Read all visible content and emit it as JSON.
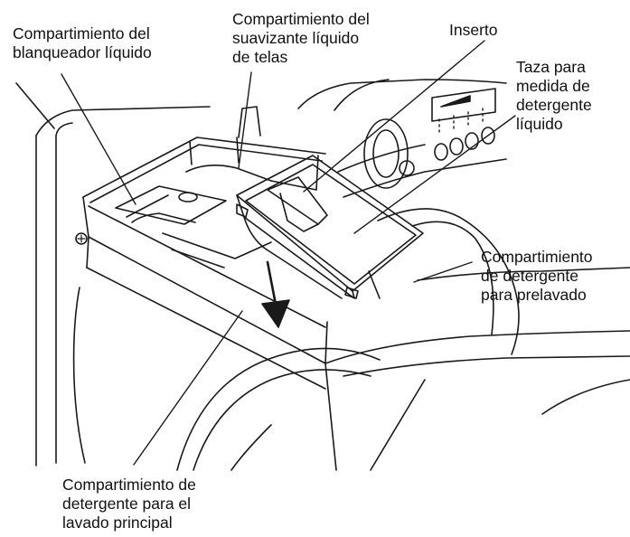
{
  "labels": {
    "bleach": [
      "Compartimiento del",
      "blanqueador líquido"
    ],
    "softener": [
      "Compartimiento del",
      "suavizante líquido",
      "de telas"
    ],
    "insert": [
      "Inserto"
    ],
    "cup": [
      "Taza para",
      "medida de",
      "detergente",
      "líquido"
    ],
    "prewash": [
      "Compartimiento",
      "de detergente",
      "para prelavado"
    ],
    "mainwash": [
      "Compartimiento de",
      "detergente para el",
      "lavado principal"
    ]
  }
}
